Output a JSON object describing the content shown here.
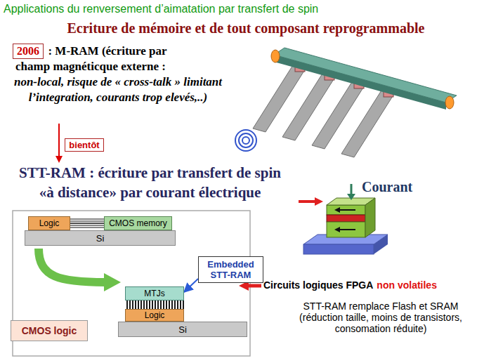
{
  "diagram": {
    "title": "Applications du renversement d’aimatation par transfert de spin",
    "nodes": [
      {
        "text": [
          "2006"
        ]
      },
      {
        "text": [
          "bientôt"
        ]
      },
      {
        "text": [
          "Logic"
        ]
      },
      {
        "text": [
          "CMOS memory"
        ]
      },
      {
        "text": [
          "Si"
        ]
      },
      {
        "text": [
          "Embedded STT-RAM"
        ]
      },
      {
        "text": [
          "MTJs"
        ]
      },
      {
        "text": [
          "Logic"
        ]
      },
      {
        "text": [
          "Si"
        ]
      },
      {
        "text": [
          "CMOS logic"
        ]
      }
    ],
    "edges": [
      {
        "from": 2,
        "to": 3,
        "arrow": "none"
      },
      {
        "from": 5,
        "to": 6,
        "arrow": "to"
      }
    ],
    "labels": [
      "Ecriture de mémoire et de tout composant reprogrammable",
      ": M-RAM (écriture par champ magnéticque externe :",
      "non-local, risque de « cross-talk » limitant l’integration, courants trop elevés,..)",
      "STT-RAM : écriture par transfert de spin «à distance» par courant électrique",
      "Courant",
      "Circuits logiques FPGA",
      "non volatiles",
      "STT-RAM remplace Flash et SRAM (réduction taille, moins de transistors, consomation réduite)"
    ]
  }
}
